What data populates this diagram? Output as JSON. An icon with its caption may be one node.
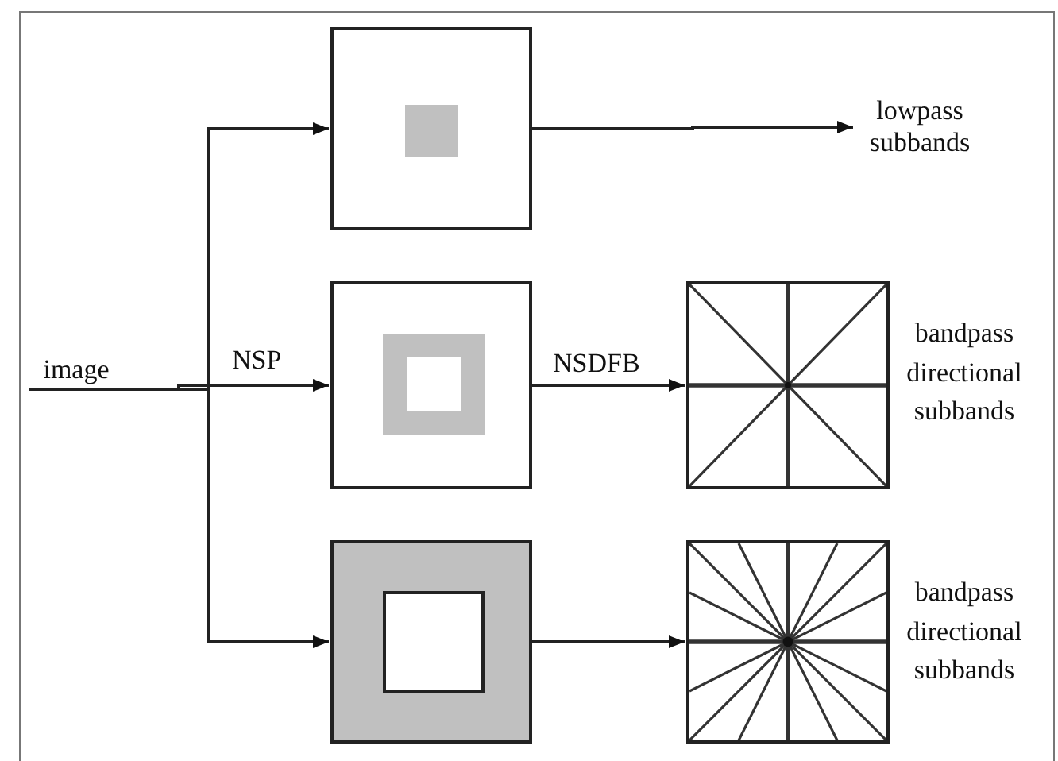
{
  "diagram": {
    "nodes": [
      {
        "text": [
          "image"
        ]
      },
      {
        "text": [],
        "shape": "box"
      },
      {
        "text": [],
        "shape": "box"
      },
      {
        "text": [],
        "shape": "box"
      },
      {
        "text": [],
        "shape": "box",
        "beside": [
          "bandpass directional subbands"
        ]
      },
      {
        "text": [],
        "shape": "box",
        "beside": [
          "bandpass directional subbands"
        ]
      },
      {
        "text": [
          "lowpass subbands"
        ]
      }
    ],
    "edges": [
      {
        "from": 0,
        "to": 1,
        "arrow": "to"
      },
      {
        "from": 0,
        "to": 2,
        "arrow": "to",
        "label": "NSP"
      },
      {
        "from": 0,
        "to": 3,
        "arrow": "to"
      },
      {
        "from": 1,
        "to": 6,
        "arrow": "to"
      },
      {
        "from": 2,
        "to": 4,
        "arrow": "to",
        "label": "NSDFB"
      },
      {
        "from": 3,
        "to": 5,
        "arrow": "to"
      }
    ]
  }
}
